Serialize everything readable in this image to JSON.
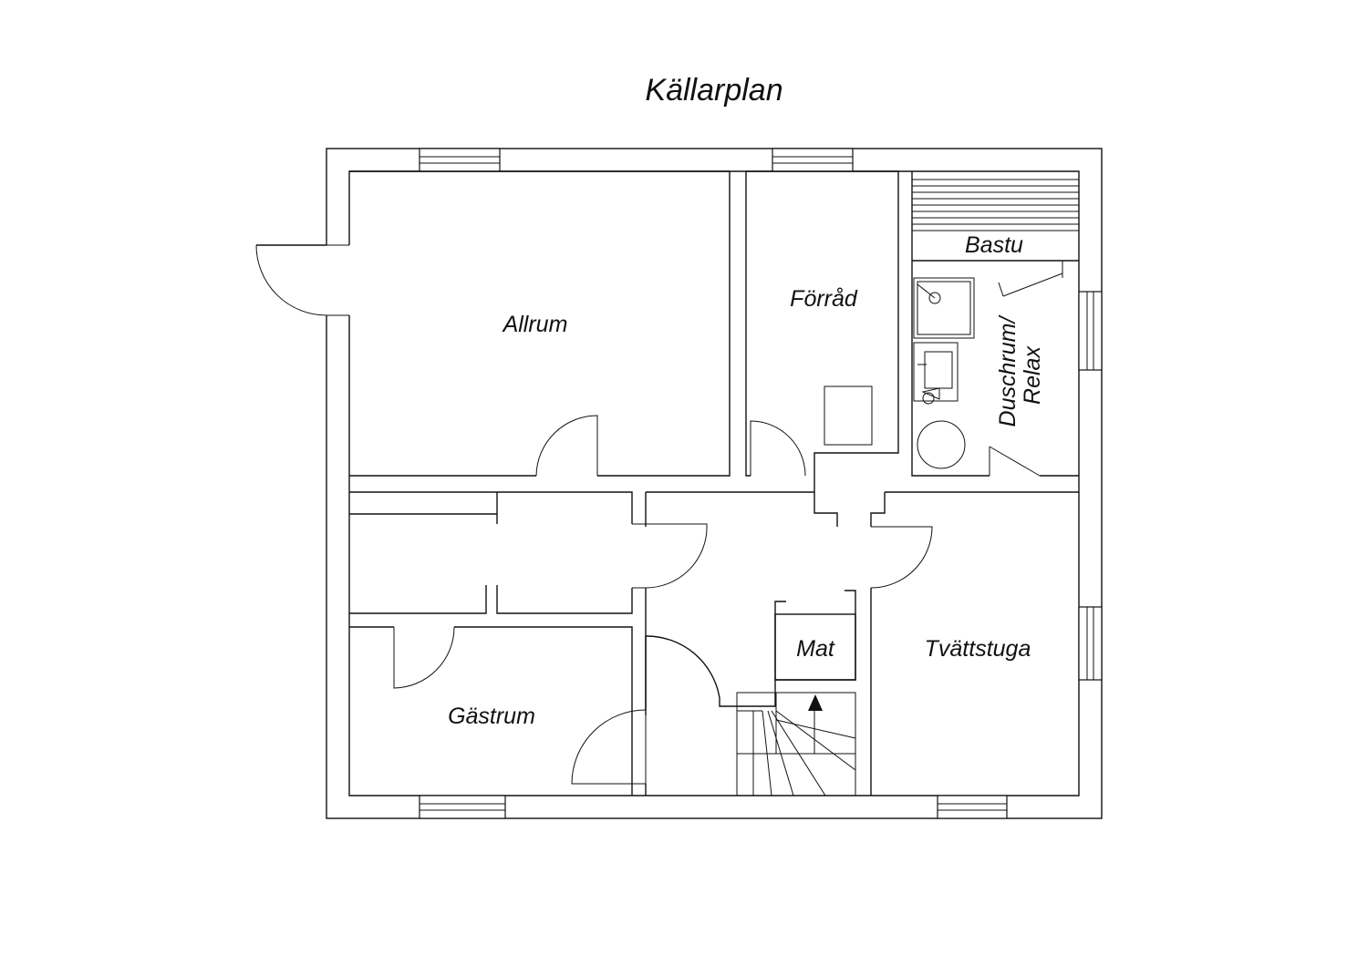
{
  "title": "Källarplan",
  "rooms": {
    "allrum": "Allrum",
    "forrad": "Förråd",
    "bastu": "Bastu",
    "duschrum_line1": "Duschrum/",
    "duschrum_line2": "Relax",
    "mat": "Mat",
    "tvattstuga": "Tvättstuga",
    "gastrum": "Gästrum"
  },
  "colors": {
    "line": "#111111",
    "background": "#ffffff"
  },
  "icons": [
    "stair-arrow-icon",
    "shower-icon",
    "sink-icon",
    "toilet-icon",
    "tub-icon"
  ]
}
